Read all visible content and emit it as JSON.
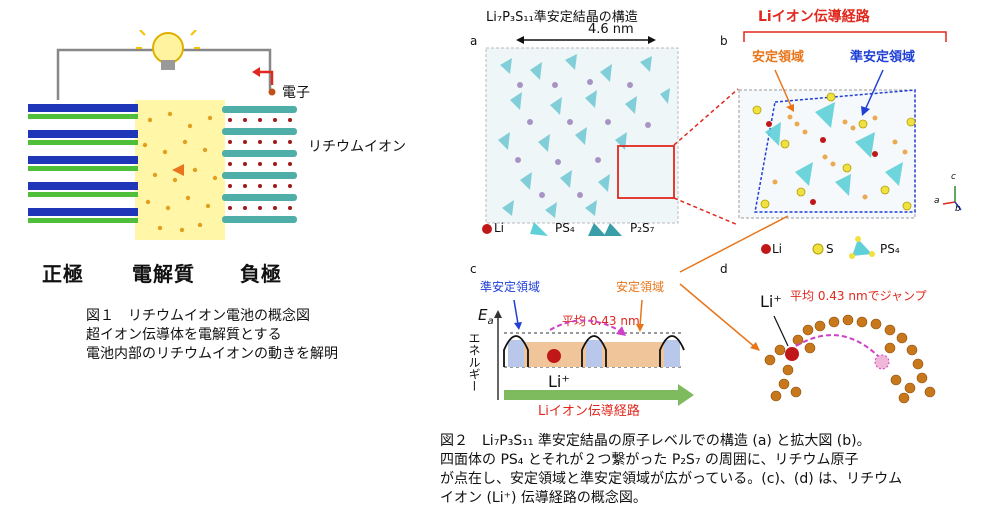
{
  "fig1": {
    "electron_label": "電子",
    "li_ion_label": "リチウムイオン",
    "electrode_labels": [
      "正極",
      "電解質",
      "負極"
    ],
    "caption_lines": [
      "図１　リチウムイオン電池の概念図",
      "超イオン伝導体を電解質とする",
      "電池内部のリチウムイオンの動きを解明"
    ]
  },
  "fig2": {
    "title": "Li₇P₃S₁₁準安定結晶の構造",
    "panel_labels": [
      "a",
      "b",
      "c",
      "d"
    ],
    "scale_label": "4.6 nm",
    "path_title": "Liイオン伝導経路",
    "stable_region": "安定領域",
    "metastable_region": "準安定領域",
    "legend_a": [
      "Li",
      "PS₄",
      "P₂S₇"
    ],
    "legend_b": [
      "Li",
      "S",
      "PS₄"
    ],
    "axes": [
      "c",
      "a",
      "b"
    ],
    "c_metastable": "準安定領域",
    "c_stable": "安定領域",
    "c_average": "平均 0.43 nm",
    "c_ea": "E",
    "c_ea_sub": "a",
    "c_energy": "エネルギー",
    "c_li": "Li⁺",
    "c_path": "Liイオン伝導経路",
    "d_jump": "平均 0.43 nmでジャンプ",
    "d_li": "Li⁺",
    "caption_lines": [
      "図２　Li₇P₃S₁₁ 準安定結晶の原子レベルでの構造 (a) と拡大図 (b)。",
      "四面体の PS₄ とそれが２つ繋がった P₂S₇ の周囲に、リチウム原子",
      "が点在し、安定領域と準安定領域が広がっている。(c)、(d) は、リチウム",
      "イオン (Li⁺) 伝導経路の概念図。"
    ]
  },
  "colors": {
    "red": "#e0281e",
    "orange": "#e8751a",
    "blue": "#1f3fd6",
    "green": "#6aa84f",
    "cyan": "#5fd0d8",
    "yellow": "#f0e040"
  }
}
